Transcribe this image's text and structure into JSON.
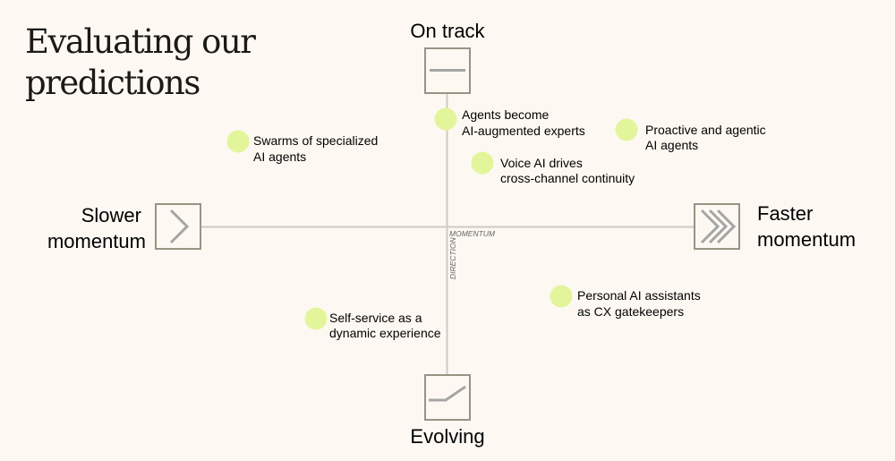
{
  "title": "Evaluating our predictions",
  "axes": {
    "top": {
      "label": "On track",
      "icon": "flat-line-icon"
    },
    "bottom": {
      "label": "Evolving",
      "icon": "rising-line-icon"
    },
    "left": {
      "label_line1": "Slower",
      "label_line2": "momentum",
      "icon": "single-chevron-icon"
    },
    "right": {
      "label_line1": "Faster",
      "label_line2": "momentum",
      "icon": "triple-chevron-icon"
    },
    "x_axis_label": "MOMENTUM",
    "y_axis_label": "DIRECTION"
  },
  "colors": {
    "dot": "#e3f59b",
    "axis": "#cfcac2",
    "box": "#9a9383",
    "background": "#fdf9f2"
  },
  "points": [
    {
      "line1": "Agents become",
      "line2": "AI-augmented experts"
    },
    {
      "line1": "Swarms of specialized",
      "line2": "AI agents"
    },
    {
      "line1": "Voice AI drives",
      "line2": "cross-channel continuity"
    },
    {
      "line1": "Proactive and agentic",
      "line2": "AI agents"
    },
    {
      "line1": "Personal AI assistants",
      "line2": "as CX gatekeepers"
    },
    {
      "line1": "Self-service as a",
      "line2": "dynamic experience"
    }
  ]
}
